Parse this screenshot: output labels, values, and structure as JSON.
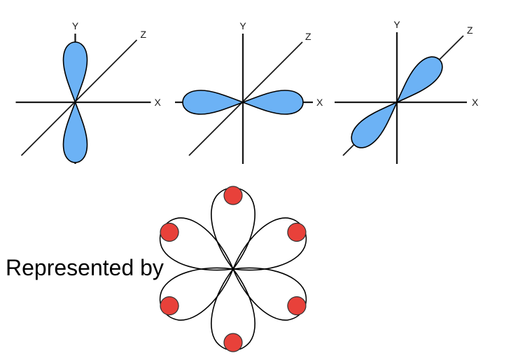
{
  "caption": "Represented by",
  "diagrams": [
    {
      "name": "p-orbital-along-y",
      "labels": {
        "x": "X",
        "y": "Y",
        "z": "Z"
      }
    },
    {
      "name": "p-orbital-along-x",
      "labels": {
        "x": "X",
        "y": "Y",
        "z": "Z"
      }
    },
    {
      "name": "p-orbital-along-z",
      "labels": {
        "x": "X",
        "y": "Y",
        "z": "Z"
      }
    }
  ],
  "flower": {
    "petal_count": 6,
    "dot_count": 6,
    "petal_angles_deg": [
      90,
      30,
      330,
      270,
      210,
      150
    ]
  },
  "colors": {
    "axis": "#1a1a1a",
    "outline": "#000000",
    "lobe_fill": "#6cb2f5",
    "dot_fill": "#e8413a",
    "dot_stroke": "#333333",
    "background": "#ffffff"
  }
}
